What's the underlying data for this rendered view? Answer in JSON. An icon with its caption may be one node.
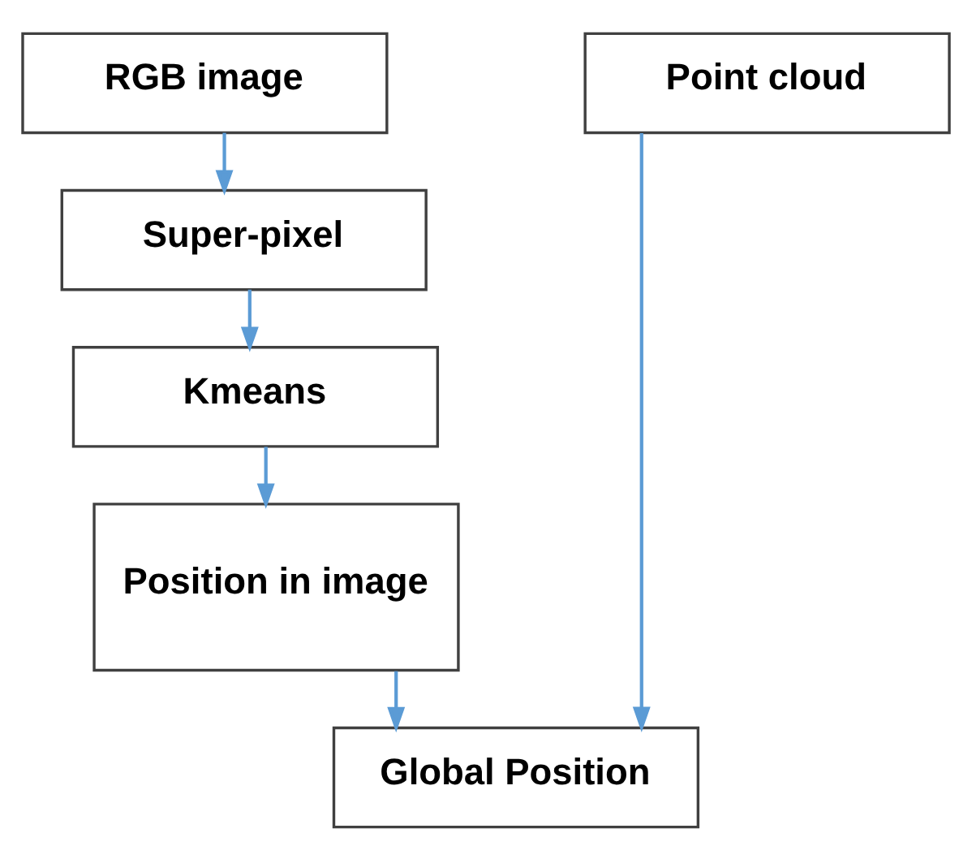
{
  "diagram": {
    "nodes": [
      {
        "text": [
          "RGB image"
        ]
      },
      {
        "text": [
          "Super-pixel"
        ]
      },
      {
        "text": [
          "Kmeans"
        ]
      },
      {
        "text": [
          "Position in image"
        ]
      },
      {
        "text": [
          "Global Position"
        ]
      },
      {
        "text": [
          "Point cloud"
        ]
      }
    ],
    "edges": [
      {
        "from": 0,
        "to": 1,
        "arrow": "to"
      },
      {
        "from": 1,
        "to": 2,
        "arrow": "to"
      },
      {
        "from": 2,
        "to": 3,
        "arrow": "to"
      },
      {
        "from": 3,
        "to": 4,
        "arrow": "to"
      },
      {
        "from": 5,
        "to": 4,
        "arrow": "to"
      }
    ]
  }
}
